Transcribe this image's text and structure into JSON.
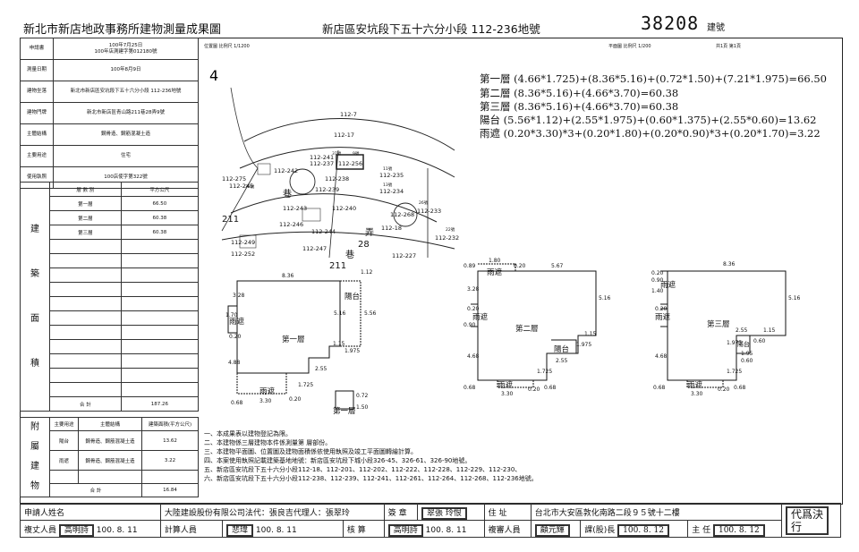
{
  "header": {
    "agency_title": "新北市新店地政事務所建物測量成果圖",
    "parcel": "新店區安坑段下五十六分小段 112-236地號",
    "building_no": "38208",
    "building_no_label": "建號"
  },
  "map_header": {
    "left": "位置圖 比例尺 1/1200",
    "right_scale": "平面圖 比例尺 1/200",
    "pages": "共1頁 第1頁"
  },
  "info": {
    "application_label": "申請書",
    "application_value": "100年7月25日\n100年店測建字第012180號",
    "survey_date_label": "測量日期",
    "survey_date_value": "100年8月9日",
    "location_label": "建物坐落",
    "location_value": "新北市新店區安坑段下五十六分小段 112-236地號",
    "address_label": "建物門牌",
    "address_value": "新北市新店區青山路211巷28弄9號",
    "structure_label": "主體結構",
    "structure_value": "鋼骨造、鋼筋混凝土造",
    "usage_label": "主要用途",
    "usage_value": "住宅",
    "license_label": "使用執照",
    "license_value": "100店使字第322號"
  },
  "area": {
    "side_label_1": "建",
    "side_label_2": "築",
    "side_label_3": "面",
    "side_label_4": "積",
    "col_floor": "層 數 別",
    "col_area": "平方公尺",
    "rows": [
      {
        "floor": "第一層",
        "value": "66.50"
      },
      {
        "floor": "第二層",
        "value": "60.38"
      },
      {
        "floor": "第三層",
        "value": "60.38"
      }
    ],
    "total_label": "合 計",
    "total_value": "187.26"
  },
  "annex": {
    "side_1": "附",
    "side_2": "屬",
    "side_3": "建",
    "side_4": "物",
    "col_use": "主要用途",
    "col_struct": "主體結構",
    "col_area": "建築面積(平方公尺)",
    "rows": [
      {
        "use": "陽台",
        "struct": "鋼骨造、鋼筋混凝土造",
        "value": "13.62"
      },
      {
        "use": "雨遮",
        "struct": "鋼骨造、鋼筋混凝土造",
        "value": "3.22"
      }
    ],
    "total_label": "合 計",
    "total_value": "16.84"
  },
  "formulas": [
    "第一層 (4.66*1.725)+(8.36*5.16)+(0.72*1.50)+(7.21*1.975)=66.50",
    "第二層 (8.36*5.16)+(4.66*3.70)=60.38",
    "第三層 (8.36*5.16)+(4.66*3.70)=60.38",
    "陽台 (5.56*1.12)+(2.55*1.975)+(0.60*1.375)+(2.55*0.60)=13.62",
    "雨遮 (0.20*3.30)*3+(0.20*1.80)+(0.20*0.90)*3+(0.20*1.70)=3.22"
  ],
  "site_map": {
    "north_mark": "4",
    "lots": [
      "112-7",
      "112-17",
      "112-241",
      "112-237",
      "112-256",
      "112-242",
      "112-245",
      "112-275",
      "112-238",
      "112-235",
      "112-239",
      "112-234",
      "112-243",
      "112-246",
      "112-240",
      "112-268",
      "112-18",
      "112-233",
      "112-249",
      "112-244",
      "112-232",
      "112-252",
      "112-247",
      "112-227"
    ],
    "roads": [
      "211",
      "28",
      "211",
      "巷",
      "弄",
      "巷"
    ],
    "house_nos": [
      "37號",
      "9號",
      "11號",
      "13號",
      "26號",
      "22號",
      "33號"
    ]
  },
  "plans": {
    "floor1": {
      "title": "第一層",
      "balcony": "陽台",
      "canopy1": "雨遮",
      "canopy2": "雨遮",
      "dims": [
        "8.36",
        "1.12",
        "3.28",
        "5.16",
        "5.56",
        "1.70",
        "0.20",
        "1.15",
        "1.975",
        "4.88",
        "2.55",
        "0.68",
        "3.30",
        "0.20",
        "1.725",
        "0.72",
        "1.50"
      ]
    },
    "floor2": {
      "title": "第二層",
      "balcony": "陽台",
      "canopy1": "雨遮",
      "canopy2": "雨遮",
      "canopy3": "雨遮",
      "dims": [
        "0.89",
        "1.80",
        "0.20",
        "5.67",
        "3.28",
        "5.16",
        "0.20",
        "0.90",
        "1.15",
        "4.68",
        "1.975",
        "2.55",
        "1.725",
        "0.68",
        "3.30",
        "0.20",
        "0.68"
      ]
    },
    "floor3": {
      "title": "第三層",
      "balcony": "陽台",
      "canopy1": "雨遮",
      "canopy2": "雨遮",
      "canopy3": "雨遮",
      "dims": [
        "8.36",
        "0.20",
        "0.90",
        "1.40",
        "5.16",
        "0.20",
        "2.55",
        "1.15",
        "1.975",
        "0.60",
        "4.68",
        "1.725",
        "0.68",
        "3.30",
        "0.20",
        "0.68",
        "0.60",
        "1.95"
      ]
    }
  },
  "notes": [
    "一、本成果表以建物登記為限。",
    "二、本建物係三層建物本件係測量第 層部份。",
    "三、本建物平面圖、位置圖及建物面積係依使用執照及竣工平面圖轉繪計算。",
    "四、本案使用執照記載建築基地地號：新店區安坑段下城小段326-45、326-61、326-90地號。",
    "五、新店區安坑段下五十六分小段112-18、112-201、112-202、112-222、112-228、112-229、112-230、",
    "六、新店區安坑段下五十六分小段112-238、112-239、112-241、112-261、112-264、112-268、112-236地號。"
  ],
  "footer": {
    "applicant_label": "申請人姓名",
    "applicant_value": "大陸建設股份有限公司法代：張良吉代理人：張翠玲",
    "seal_label": "簽 章",
    "seal_stamp": "翠張 玲恨",
    "address_label": "住 址",
    "address_value": "台北市大安區敦化南路二段９５號十二樓",
    "copier_label": "複丈人員",
    "copier_stamp": "高明詩",
    "copier_date": "100. 8. 11",
    "calc_label": "計算人員",
    "calc_stamp": "悲瑋",
    "calc_date": "100. 8. 11",
    "checker_label": "核 算",
    "checker_stamp": "高明詩",
    "checker_date": "100. 8. 11",
    "reviewer_label": "複審人員",
    "reviewer_stamp": "顧元輝",
    "section_chief_label": "課(股)長",
    "section_chief_date": "100. 8. 12",
    "director_label": "主 任",
    "director_date": "100. 8. 12",
    "proxy_stamp": "代爲決行"
  }
}
